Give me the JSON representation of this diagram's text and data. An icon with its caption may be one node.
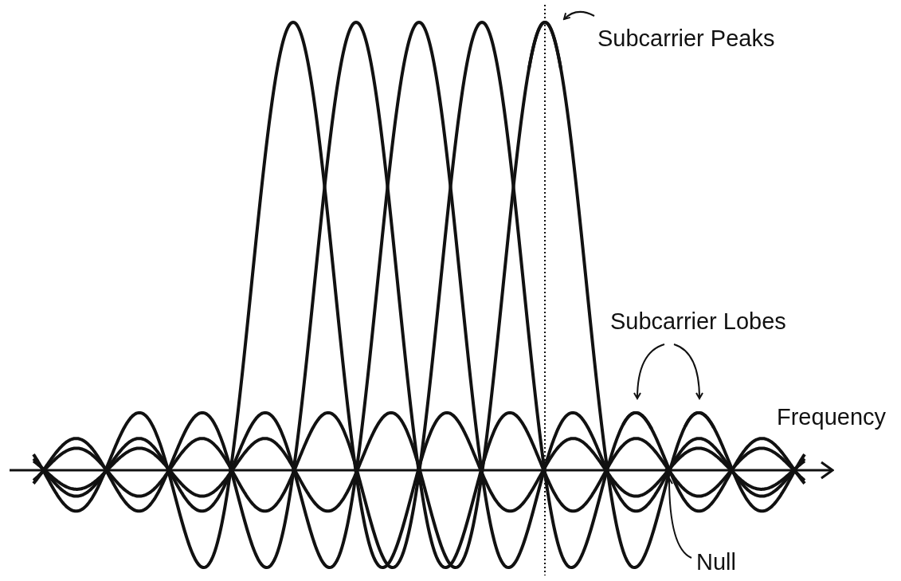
{
  "diagram": {
    "nodes": [
      {
        "text": [
          "Subcarrier Peaks"
        ]
      },
      {
        "text": [],
        "shape": "curve"
      },
      {
        "text": [
          "Subcarrier Lobes"
        ]
      },
      {
        "text": [],
        "shape": "curve"
      },
      {
        "text": [],
        "shape": "curve"
      },
      {
        "text": [
          "Null"
        ]
      },
      {
        "text": [],
        "shape": "point"
      }
    ],
    "edges": [
      {
        "from": 0,
        "to": 1,
        "arrow": "to"
      },
      {
        "from": 2,
        "to": 3,
        "arrow": "to"
      },
      {
        "from": 2,
        "to": 4,
        "arrow": "to"
      },
      {
        "from": 5,
        "to": 6,
        "arrow": "to"
      }
    ],
    "labels": [
      "Frequency"
    ]
  }
}
